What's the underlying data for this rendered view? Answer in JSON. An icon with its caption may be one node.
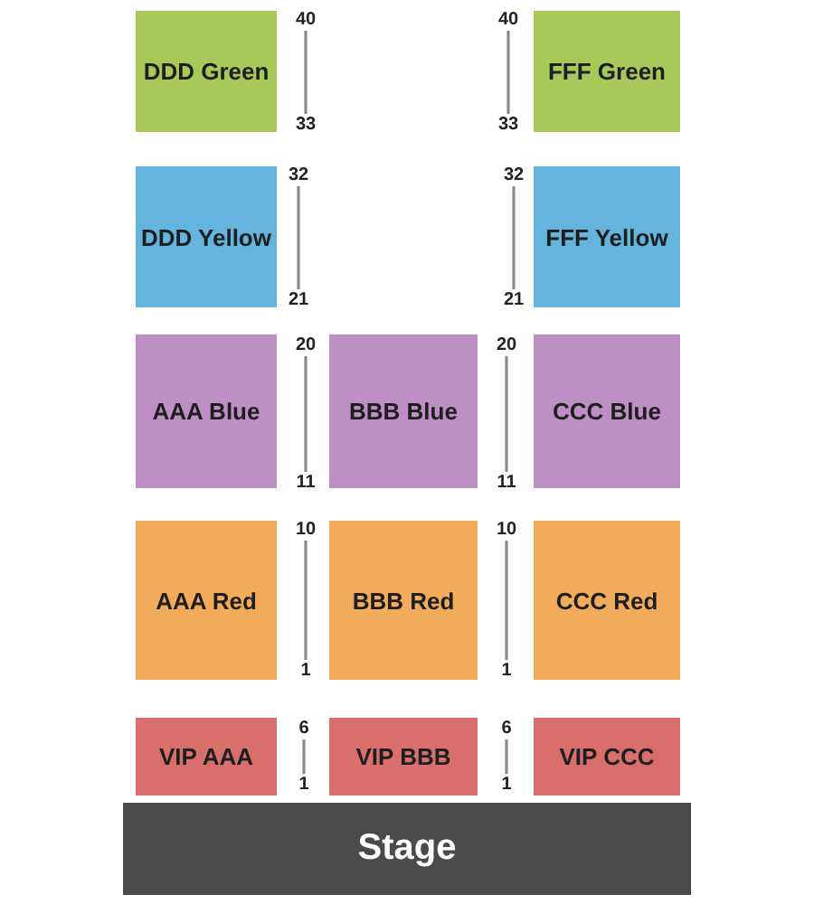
{
  "diagram": {
    "nodes": [
      {
        "text": [
          "DDD Green"
        ]
      },
      {
        "text": [
          "FFF Green"
        ]
      },
      {
        "text": [
          "DDD Yellow"
        ]
      },
      {
        "text": [
          "FFF Yellow"
        ]
      },
      {
        "text": [
          "AAA Blue"
        ]
      },
      {
        "text": [
          "BBB Blue"
        ]
      },
      {
        "text": [
          "CCC Blue"
        ]
      },
      {
        "text": [
          "AAA Red"
        ]
      },
      {
        "text": [
          "BBB Red"
        ]
      },
      {
        "text": [
          "CCC Red"
        ]
      },
      {
        "text": [
          "VIP AAA"
        ]
      },
      {
        "text": [
          "VIP BBB"
        ]
      },
      {
        "text": [
          "VIP CCC"
        ]
      },
      {
        "text": [
          "Stage"
        ]
      }
    ],
    "labels": [
      "40",
      "40",
      "33",
      "33",
      "32",
      "32",
      "21",
      "21",
      "20",
      "20",
      "11",
      "11",
      "10",
      "10",
      "1",
      "1",
      "6",
      "6",
      "1",
      "1"
    ]
  }
}
